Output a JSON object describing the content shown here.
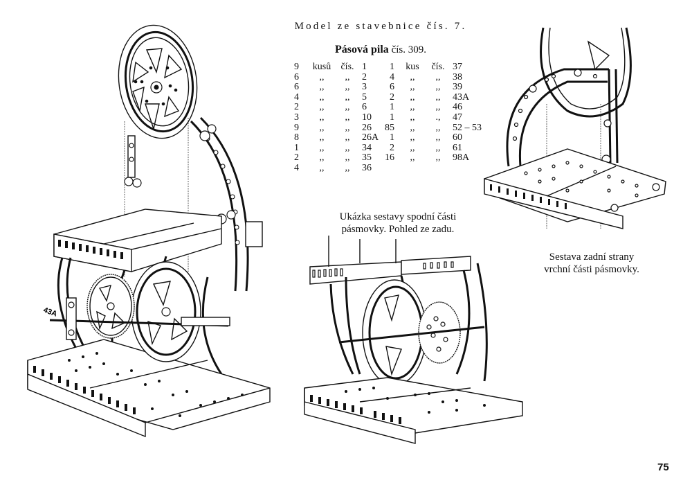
{
  "page": {
    "header": "Model ze stavebnice čís. 7.",
    "title_bold": "Pásová pila",
    "title_rest": "čís. 309.",
    "page_number": "75"
  },
  "parts_list": {
    "left": [
      {
        "qty": "9",
        "unit": "kusů",
        "cis": "čís.",
        "num": "1"
      },
      {
        "qty": "6",
        "unit": ",,",
        "cis": ",,",
        "num": "2"
      },
      {
        "qty": "6",
        "unit": ",,",
        "cis": ",,",
        "num": "3"
      },
      {
        "qty": "4",
        "unit": ",,",
        "cis": ",,",
        "num": "5"
      },
      {
        "qty": "2",
        "unit": ",,",
        "cis": ",,",
        "num": "6"
      },
      {
        "qty": "3",
        "unit": ",,",
        "cis": ",,",
        "num": "10"
      },
      {
        "qty": "9",
        "unit": ",,",
        "cis": ",,",
        "num": "26"
      },
      {
        "qty": "8",
        "unit": ",,",
        "cis": ",,",
        "num": "26A"
      },
      {
        "qty": "1",
        "unit": ",,",
        "cis": ",,",
        "num": "34"
      },
      {
        "qty": "2",
        "unit": ",,",
        "cis": ",,",
        "num": "35"
      },
      {
        "qty": "4",
        "unit": ",,",
        "cis": ",,",
        "num": "36"
      }
    ],
    "right": [
      {
        "qty": "1",
        "unit": "kus",
        "cis": "čís.",
        "num": "37"
      },
      {
        "qty": "4",
        "unit": ",,",
        "cis": ",,",
        "num": "38"
      },
      {
        "qty": "6",
        "unit": ",,",
        "cis": ",,",
        "num": "39"
      },
      {
        "qty": "2",
        "unit": ",,",
        "cis": ",,",
        "num": "43A"
      },
      {
        "qty": "1",
        "unit": ",,",
        "cis": ",,",
        "num": "46"
      },
      {
        "qty": "1",
        "unit": ",,",
        "cis": ".,",
        "num": "47"
      },
      {
        "qty": "85",
        "unit": ",,",
        "cis": ",,",
        "num": "52 – 53"
      },
      {
        "qty": "1",
        "unit": ",,",
        "cis": ",,",
        "num": "60"
      },
      {
        "qty": "2",
        "unit": ",,",
        "cis": ",,",
        "num": "61"
      },
      {
        "qty": "16",
        "unit": ",,",
        "cis": ",,",
        "num": "98A"
      }
    ]
  },
  "captions": {
    "bottom_view": [
      "Ukázka sestavy spodní části",
      "pásmovky. Pohled ze zadu."
    ],
    "top_back": [
      "Sestava zadní strany",
      "vrchní části pásmovky."
    ]
  },
  "illustrations": {
    "main_model_label": "43A"
  }
}
